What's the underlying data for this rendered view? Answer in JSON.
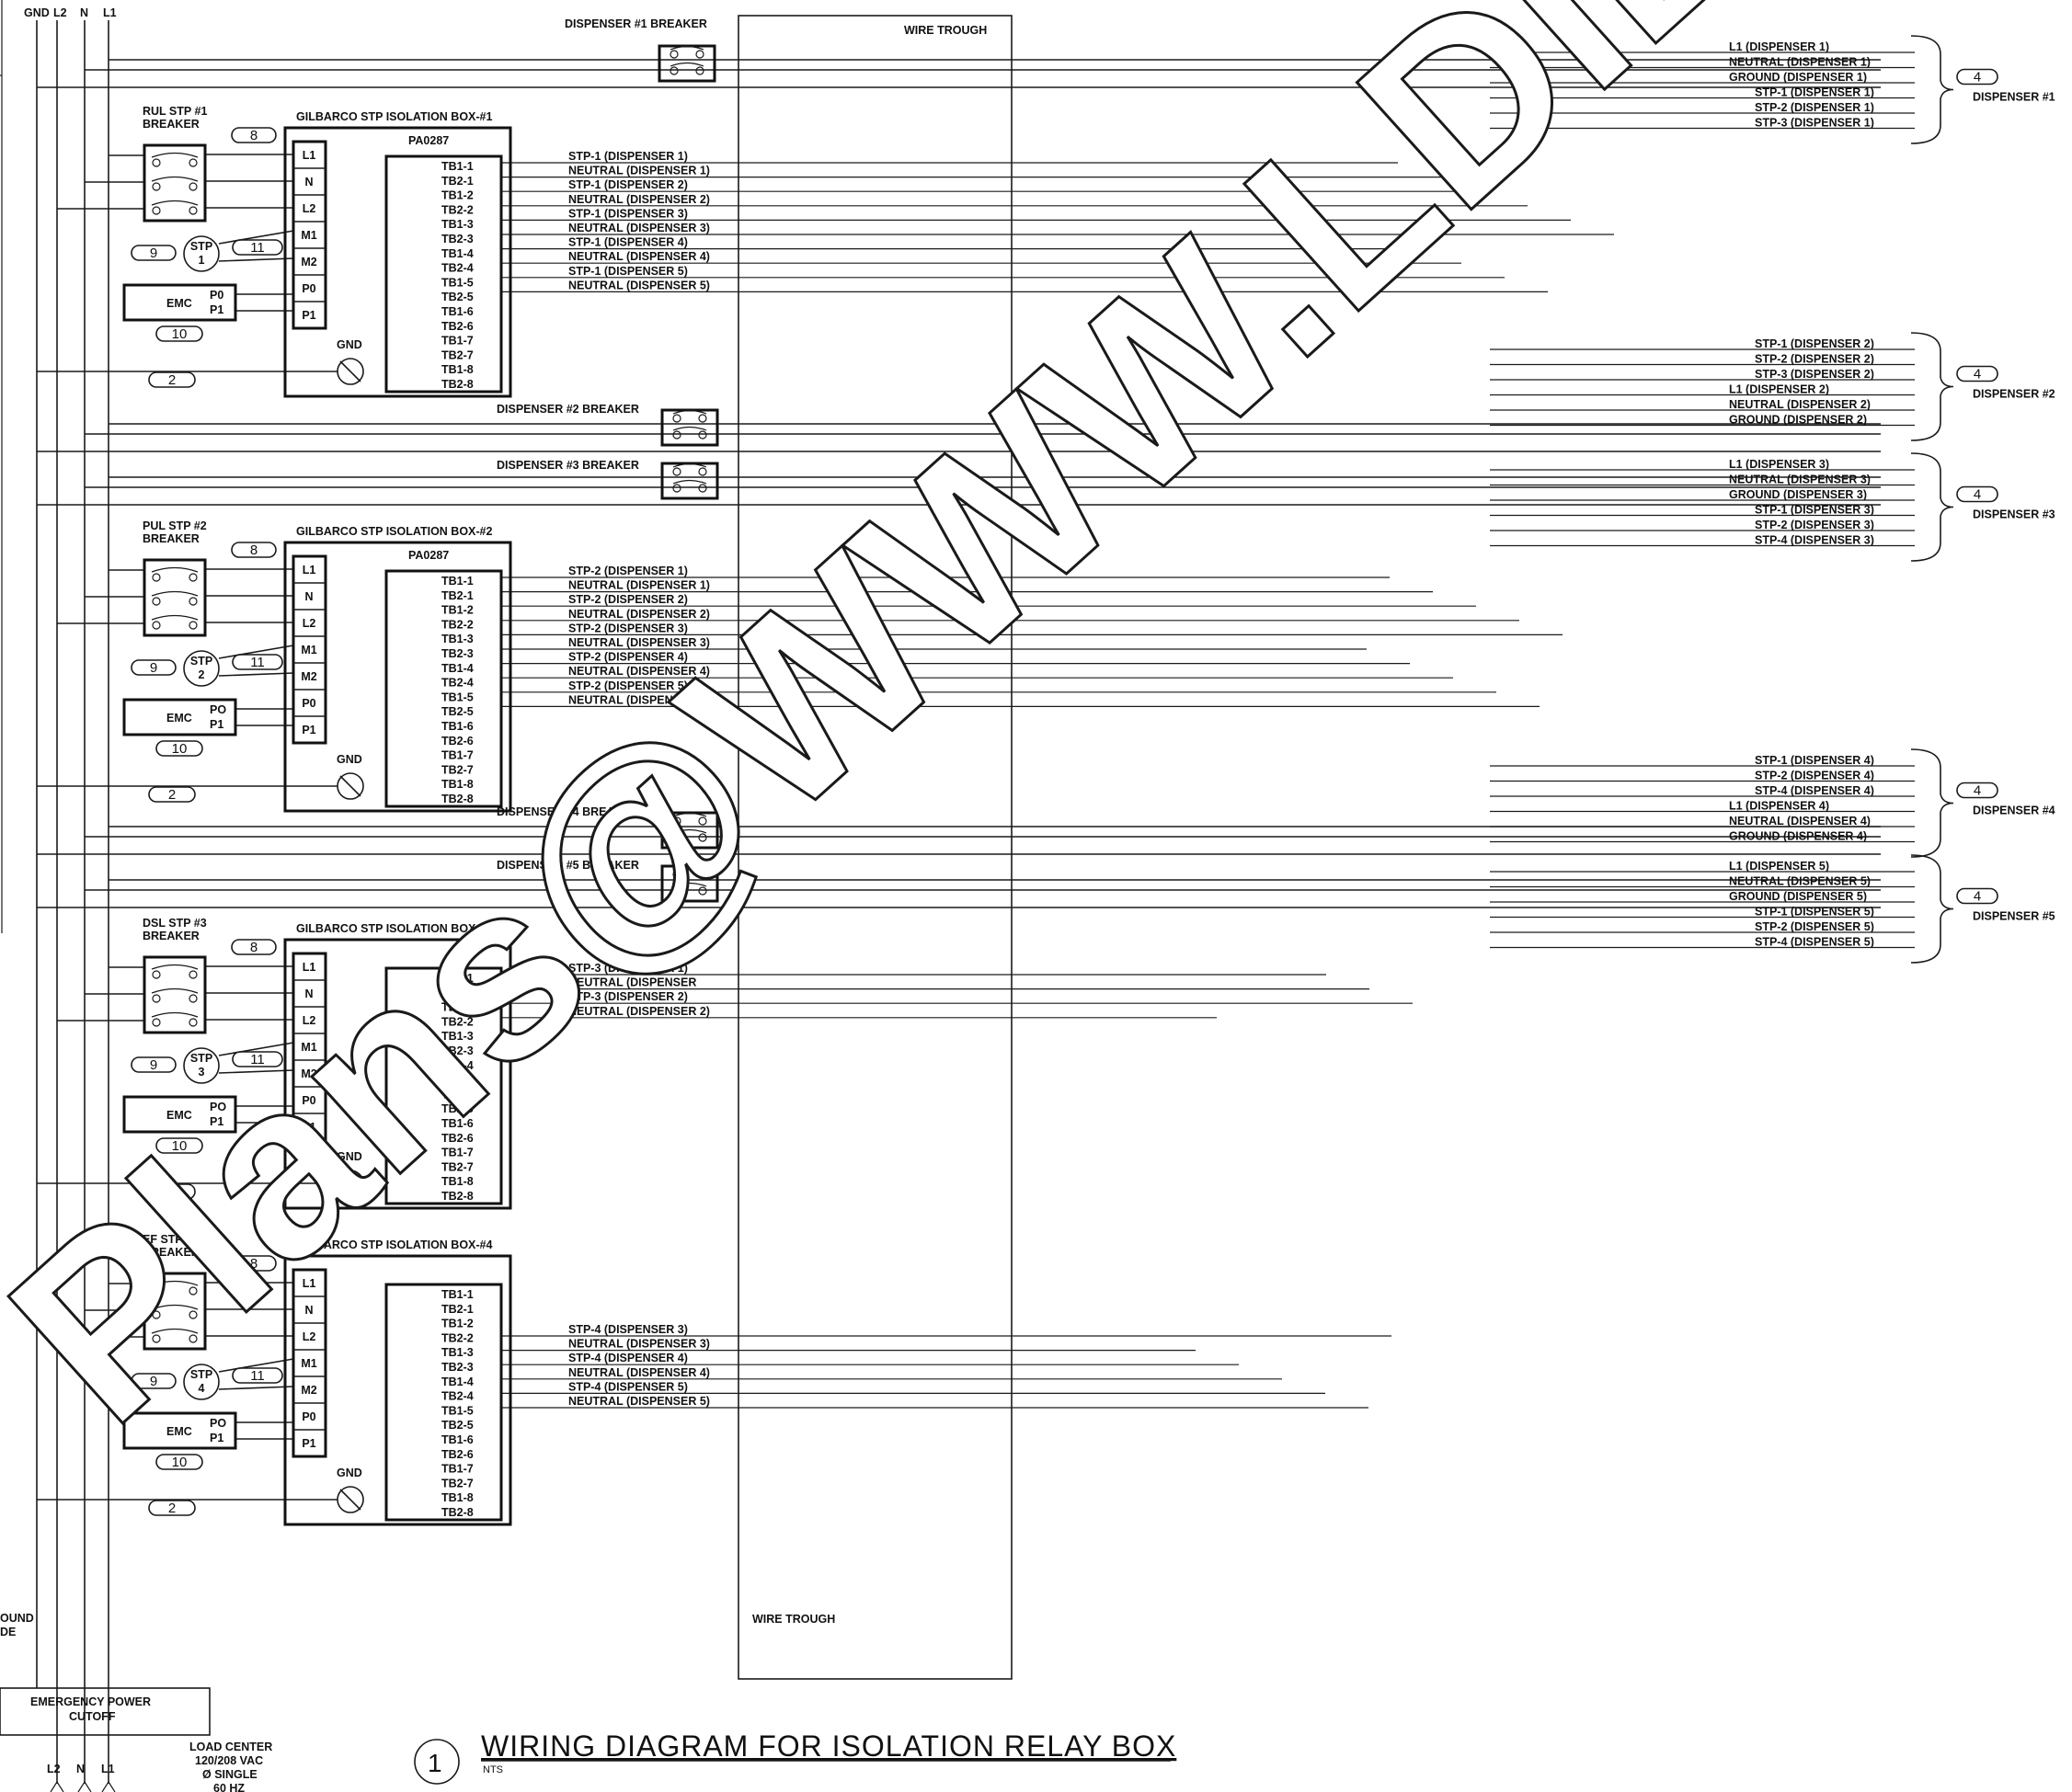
{
  "bus_labels": [
    "GND",
    "L2",
    "N",
    "L1"
  ],
  "bottom_bus_labels": [
    "L2",
    "N",
    "L1"
  ],
  "load_center": [
    "LOAD CENTER",
    "120/208 VAC",
    "Ø SINGLE",
    "60 HZ"
  ],
  "epo_label": [
    "EMERGENCY POWER",
    "CUTOFF"
  ],
  "ground_label": [
    "OUND",
    "DE"
  ],
  "wire_trough_top": "WIRE TROUGH",
  "wire_trough_bottom": "WIRE TROUGH",
  "title_number": "1",
  "title": "WIRING DIAGRAM FOR ISOLATION RELAY BOX",
  "title_sub": "NTS",
  "watermark": "Plans@WWW.LDILine.com",
  "pa_part": "PA0287",
  "gnd_label": "GND",
  "emc_label": "EMC",
  "stp_label": "STP",
  "callouts": {
    "n2": "2",
    "n4": "4",
    "n8": "8",
    "n9": "9",
    "n10": "10",
    "n11": "11"
  },
  "left_terminals": [
    "L1",
    "N",
    "L2",
    "M1",
    "M2",
    "P0",
    "P1"
  ],
  "tb_rows": [
    "TB1-1",
    "TB2-1",
    "TB1-2",
    "TB2-2",
    "TB1-3",
    "TB2-3",
    "TB1-4",
    "TB2-4",
    "TB1-5",
    "TB2-5",
    "TB1-6",
    "TB2-6",
    "TB1-7",
    "TB2-7",
    "TB1-8",
    "TB2-8"
  ],
  "stp_boxes": [
    {
      "breaker": [
        "RUL STP #1",
        "BREAKER"
      ],
      "title": "GILBARCO STP ISOLATION BOX-#1",
      "stp_num": "1",
      "emc_terms": [
        "P0",
        "P1"
      ],
      "outputs": [
        "STP-1 (DISPENSER 1)",
        "NEUTRAL (DISPENSER 1)",
        "STP-1 (DISPENSER 2)",
        "NEUTRAL (DISPENSER 2)",
        "STP-1 (DISPENSER 3)",
        "NEUTRAL (DISPENSER 3)",
        "STP-1 (DISPENSER 4)",
        "NEUTRAL (DISPENSER 4)",
        "STP-1 (DISPENSER 5)",
        "NEUTRAL (DISPENSER 5)"
      ]
    },
    {
      "breaker": [
        "PUL STP #2",
        "BREAKER"
      ],
      "title": "GILBARCO STP ISOLATION BOX-#2",
      "stp_num": "2",
      "emc_terms": [
        "PO",
        "P1"
      ],
      "outputs": [
        "STP-2 (DISPENSER 1)",
        "NEUTRAL (DISPENSER 1)",
        "STP-2 (DISPENSER 2)",
        "NEUTRAL (DISPENSER 2)",
        "STP-2 (DISPENSER 3)",
        "NEUTRAL (DISPENSER 3)",
        "STP-2 (DISPENSER 4)",
        "NEUTRAL (DISPENSER 4)",
        "STP-2 (DISPENSER 5)",
        "NEUTRAL (DISPENSER 5)"
      ]
    },
    {
      "breaker": [
        "DSL STP #3",
        "BREAKER"
      ],
      "title": "GILBARCO STP ISOLATION BOX-#3",
      "stp_num": "3",
      "emc_terms": [
        "PO",
        "P1"
      ],
      "outputs": [
        "STP-3 (DISPENSER 1)",
        "NEUTRAL (DISPENSER",
        "STP-3 (DISPENSER 2)",
        "NEUTRAL (DISPENSER 2)"
      ]
    },
    {
      "breaker": [
        "EF STP #4",
        "BREAKER"
      ],
      "title": "GILBARCO STP ISOLATION BOX-#4",
      "stp_num": "4",
      "emc_terms": [
        "PO",
        "P1"
      ],
      "outputs": [
        "STP-4 (DISPENSER 3)",
        "NEUTRAL (DISPENSER 3)",
        "STP-4 (DISPENSER 4)",
        "NEUTRAL (DISPENSER 4)",
        "STP-4 (DISPENSER 5)",
        "NEUTRAL (DISPENSER 5)"
      ]
    }
  ],
  "dispenser_breakers": [
    "DISPENSER #1 BREAKER",
    "DISPENSER #2 BREAKER",
    "DISPENSER #3 BREAKER",
    "DISPENSER #4 BREAKER",
    "DISPENSER #5 BREAKER"
  ],
  "dispensers": [
    {
      "name": "DISPENSER #1",
      "lines": [
        "L1      (DISPENSER 1)",
        "NEUTRAL  (DISPENSER 1)",
        "GROUND  (DISPENSER 1)",
        "STP-1 (DISPENSER 1)",
        "STP-2 (DISPENSER 1)",
        "STP-3 (DISPENSER 1)"
      ]
    },
    {
      "name": "DISPENSER #2",
      "lines": [
        "STP-1 (DISPENSER 2)",
        "STP-2 (DISPENSER 2)",
        "STP-3 (DISPENSER 2)",
        "L1      (DISPENSER 2)",
        "NEUTRAL  (DISPENSER 2)",
        "GROUND  (DISPENSER 2)"
      ]
    },
    {
      "name": "DISPENSER #3",
      "lines": [
        "L1      (DISPENSER 3)",
        "NEUTRAL  (DISPENSER 3)",
        "GROUND  (DISPENSER 3)",
        "STP-1 (DISPENSER 3)",
        "STP-2 (DISPENSER 3)",
        "STP-4 (DISPENSER 3)"
      ]
    },
    {
      "name": "DISPENSER #4",
      "lines": [
        "STP-1 (DISPENSER 4)",
        "STP-2 (DISPENSER 4)",
        "STP-4 (DISPENSER 4)",
        "L1      (DISPENSER 4)",
        "NEUTRAL  (DISPENSER 4)",
        "GROUND  (DISPENSER 4)"
      ]
    },
    {
      "name": "DISPENSER #5",
      "lines": [
        "L1      (DISPENSER 5)",
        "NEUTRAL  (DISPENSER 5)",
        "GROUND  (DISPENSER 5)",
        "STP-1 (DISPENSER 5)",
        "STP-2 (DISPENSER 5)",
        "STP-4 (DISPENSER 5)"
      ]
    }
  ]
}
